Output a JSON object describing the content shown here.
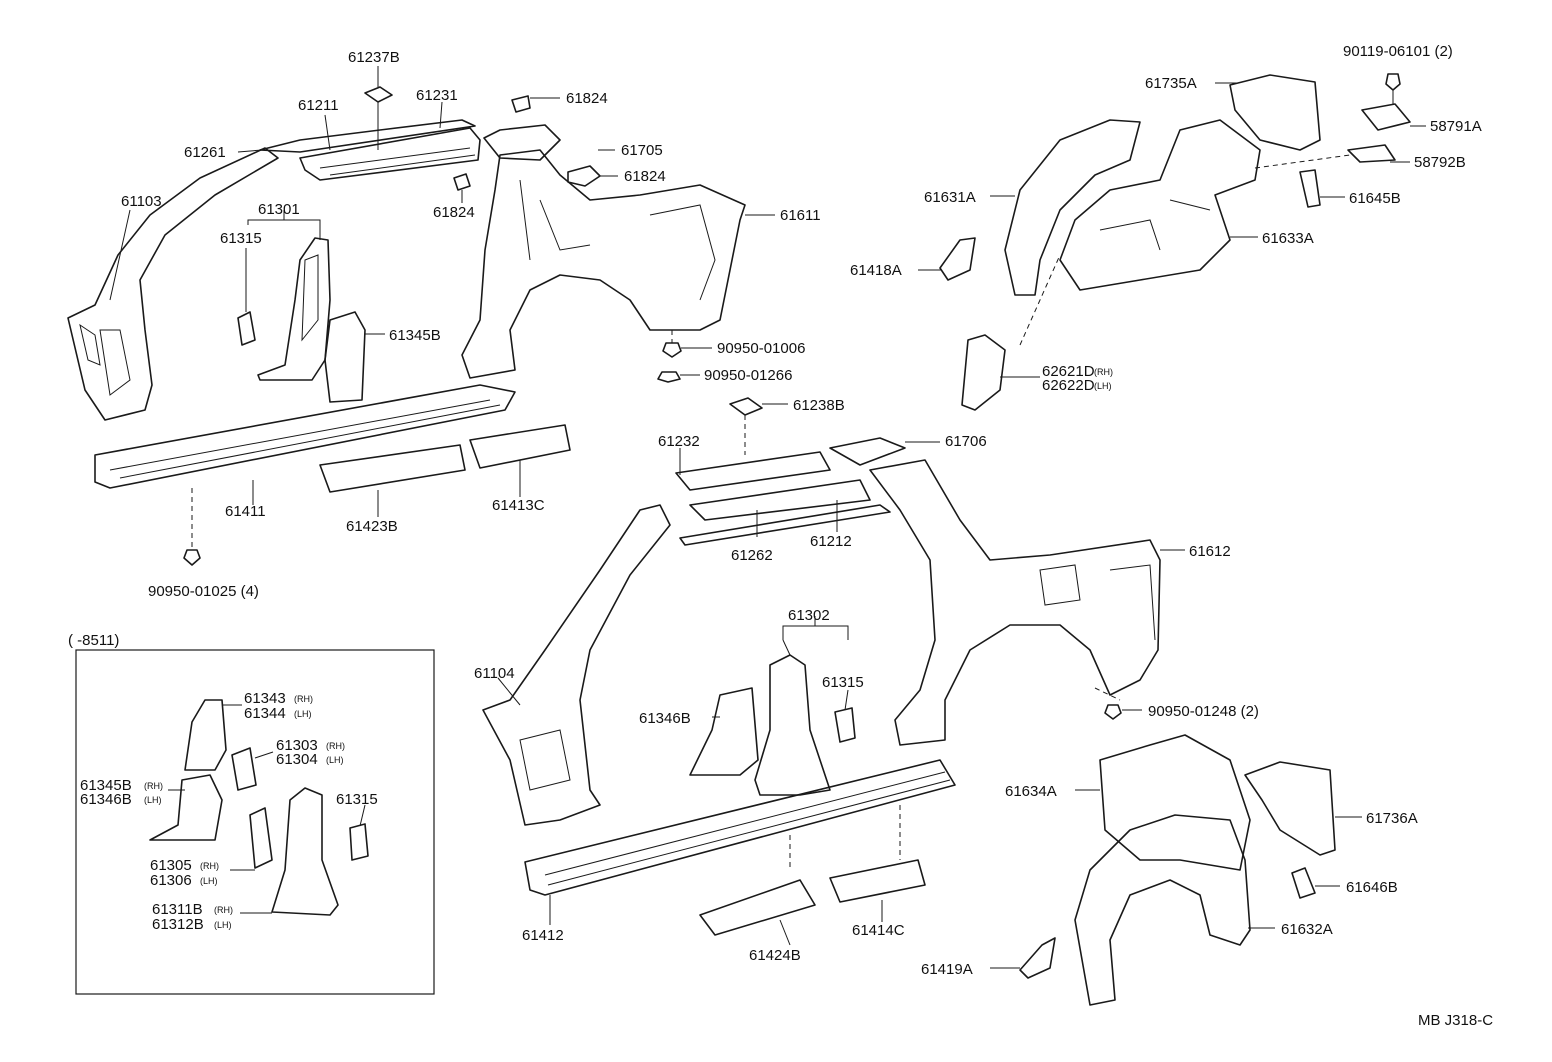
{
  "diagram_id": "MB J318-C",
  "inset_header": "(      -8511)",
  "labels": [
    {
      "id": "l1",
      "text": "61237B"
    },
    {
      "id": "l2",
      "text": "61211"
    },
    {
      "id": "l3",
      "text": "61231"
    },
    {
      "id": "l4",
      "text": "61824"
    },
    {
      "id": "l5",
      "text": "61261"
    },
    {
      "id": "l6",
      "text": "61705"
    },
    {
      "id": "l7",
      "text": "61824"
    },
    {
      "id": "l8",
      "text": "61824"
    },
    {
      "id": "l9",
      "text": "61103"
    },
    {
      "id": "l10",
      "text": "61301"
    },
    {
      "id": "l11",
      "text": "61315"
    },
    {
      "id": "l12",
      "text": "61611"
    },
    {
      "id": "l13",
      "text": "61345B"
    },
    {
      "id": "l14",
      "text": "90950-01006"
    },
    {
      "id": "l15",
      "text": "90950-01266"
    },
    {
      "id": "l16",
      "text": "61411"
    },
    {
      "id": "l17",
      "text": "61423B"
    },
    {
      "id": "l18",
      "text": "61413C"
    },
    {
      "id": "l19",
      "text": "90950-01025 (4)"
    },
    {
      "id": "l20",
      "text": "90119-06101 (2)"
    },
    {
      "id": "l21",
      "text": "61735A"
    },
    {
      "id": "l22",
      "text": "58791A"
    },
    {
      "id": "l23",
      "text": "58792B"
    },
    {
      "id": "l24",
      "text": "61631A"
    },
    {
      "id": "l25",
      "text": "61645B"
    },
    {
      "id": "l26",
      "text": "61633A"
    },
    {
      "id": "l27",
      "text": "61418A"
    },
    {
      "id": "l28",
      "text": "62621D"
    },
    {
      "id": "l29",
      "text": "62622D"
    },
    {
      "id": "l30",
      "text": "61238B"
    },
    {
      "id": "l31",
      "text": "61232"
    },
    {
      "id": "l32",
      "text": "61706"
    },
    {
      "id": "l33",
      "text": "61262"
    },
    {
      "id": "l34",
      "text": "61212"
    },
    {
      "id": "l35",
      "text": "61612"
    },
    {
      "id": "l36",
      "text": "61302"
    },
    {
      "id": "l37",
      "text": "61104"
    },
    {
      "id": "l38",
      "text": "61315"
    },
    {
      "id": "l39",
      "text": "61346B"
    },
    {
      "id": "l40",
      "text": "90950-01248 (2)"
    },
    {
      "id": "l41",
      "text": "61634A"
    },
    {
      "id": "l42",
      "text": "61736A"
    },
    {
      "id": "l43",
      "text": "61646B"
    },
    {
      "id": "l44",
      "text": "61412"
    },
    {
      "id": "l45",
      "text": "61424B"
    },
    {
      "id": "l46",
      "text": "61414C"
    },
    {
      "id": "l47",
      "text": "61632A"
    },
    {
      "id": "l48",
      "text": "61419A"
    },
    {
      "id": "l49",
      "text": "61343"
    },
    {
      "id": "l50",
      "text": "61344"
    },
    {
      "id": "l51",
      "text": "61303"
    },
    {
      "id": "l52",
      "text": "61304"
    },
    {
      "id": "l53",
      "text": "61345B"
    },
    {
      "id": "l54",
      "text": "61346B"
    },
    {
      "id": "l55",
      "text": "61315"
    },
    {
      "id": "l56",
      "text": "61305"
    },
    {
      "id": "l57",
      "text": "61306"
    },
    {
      "id": "l58",
      "text": "61311B"
    },
    {
      "id": "l59",
      "text": "61312B"
    }
  ],
  "suffixes": {
    "rh": "(RH)",
    "lh": "(LH)"
  }
}
